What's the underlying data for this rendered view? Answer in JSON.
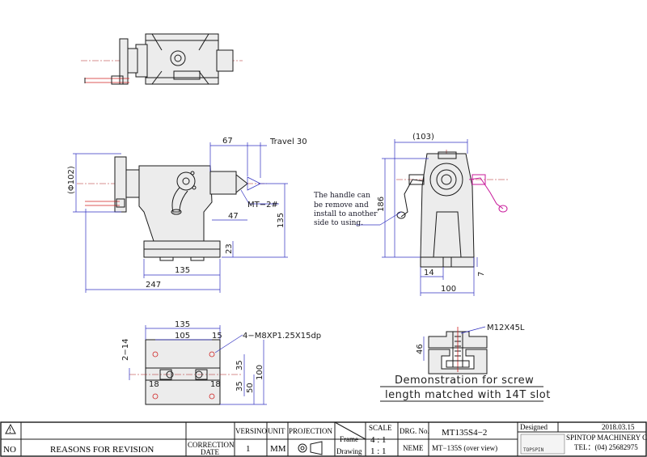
{
  "dimensions": {
    "d67": "67",
    "travel": "Travel 30",
    "d102": "(Φ102)",
    "mt2": "MT−2#",
    "d47": "47",
    "d135v": "135",
    "d23": "23",
    "d135": "135",
    "d247": "247",
    "d103": "(103)",
    "d186": "186",
    "d14": "14",
    "d7": "7",
    "d100": "100",
    "p135": "135",
    "p105": "105",
    "p15": "15",
    "p2_14": "2−14",
    "p35a": "35",
    "p35b": "35",
    "p50": "50",
    "p100": "100",
    "p18a": "18",
    "p18b": "18",
    "s46": "46"
  },
  "notes": {
    "holes": "4−M8XP1.25X15dp",
    "handle_1": "The handle can",
    "handle_2": "be remove and",
    "handle_3": "install to another",
    "handle_4": "side to using.",
    "bolt": "M12X45L",
    "demo_1": "Demonstration for screw",
    "demo_2": "length matched with 14T slot"
  },
  "title_block": {
    "no": "NO",
    "reasons": "REASONS FOR REVISION",
    "correction": "CORRECTION",
    "date": "DATE",
    "versino": "VERSINO",
    "version_val": "1",
    "unit": "UNIT",
    "unit_val": "MM",
    "projection": "PROJECTION",
    "frame": "Frame",
    "drawing": "Drawing",
    "scale": "SCALE",
    "scale_frame": "4 : 1",
    "scale_drawing": "1 : 1",
    "drg_no": "DRG. No.",
    "drg_val": "MT135S4−2",
    "neme": "NEME",
    "name_val": "MT−135S (over view)",
    "designed": "Designed",
    "date_val": "2018.03.15",
    "company": "SPINTOP MACHINERY CO.,LTD.",
    "tel": "TEL：(04) 25682975",
    "logo_text": "TOPSPIN"
  }
}
